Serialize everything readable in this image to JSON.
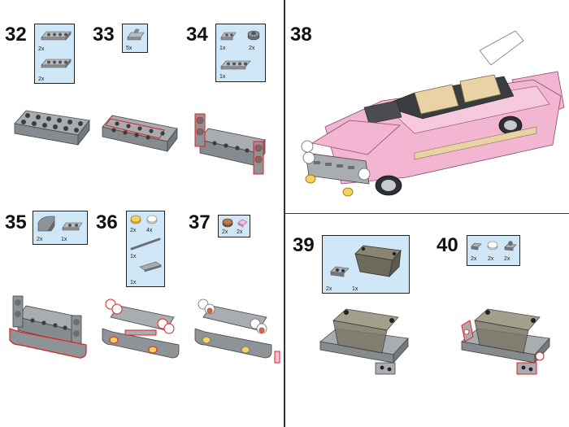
{
  "steps": [
    {
      "number": "32",
      "parts": [
        {
          "qty": "2x",
          "icon": "plate-1x4-gray"
        },
        {
          "qty": "2x",
          "icon": "plate-1x4-gray"
        }
      ]
    },
    {
      "number": "33",
      "parts": [
        {
          "qty": "5x",
          "icon": "clip-plate-gray"
        }
      ]
    },
    {
      "number": "34",
      "parts": [
        {
          "qty": "1x",
          "icon": "plate-1x2-gray"
        },
        {
          "qty": "2x",
          "icon": "round-plate-dark-gray"
        },
        {
          "qty": "1x",
          "icon": "plate-1x4-gray"
        }
      ]
    },
    {
      "number": "35",
      "parts": [
        {
          "qty": "2x",
          "icon": "curved-slope-gray"
        },
        {
          "qty": "1x",
          "icon": "plate-1x2-gray"
        }
      ]
    },
    {
      "number": "36",
      "parts": [
        {
          "qty": "2x",
          "icon": "round-tile-yellow"
        },
        {
          "qty": "4x",
          "icon": "round-tile-white"
        },
        {
          "qty": "1x",
          "icon": "bar-gray"
        },
        {
          "qty": "1x",
          "icon": "tile-1x3-gray"
        }
      ]
    },
    {
      "number": "37",
      "parts": [
        {
          "qty": "2x",
          "icon": "round-tile-brown"
        },
        {
          "qty": "2x",
          "icon": "tile-pink"
        }
      ]
    },
    {
      "number": "38",
      "parts": []
    },
    {
      "number": "39",
      "parts": [
        {
          "qty": "2x",
          "icon": "jumper-plate-gray"
        },
        {
          "qty": "1x",
          "icon": "windscreen-trans-black"
        }
      ]
    },
    {
      "number": "40",
      "parts": [
        {
          "qty": "2x",
          "icon": "plate-gray"
        },
        {
          "qty": "2x",
          "icon": "round-tile-white"
        },
        {
          "qty": "2x",
          "icon": "clip-plate-gray"
        }
      ]
    }
  ],
  "colors": {
    "callout_bg": "#cfe7f7",
    "brick_gray": "#a0a5a9",
    "brick_dark": "#6b6f73",
    "car_pink": "#f2b6d2",
    "outline_red": "#e02020",
    "tan": "#e9d3a6"
  }
}
